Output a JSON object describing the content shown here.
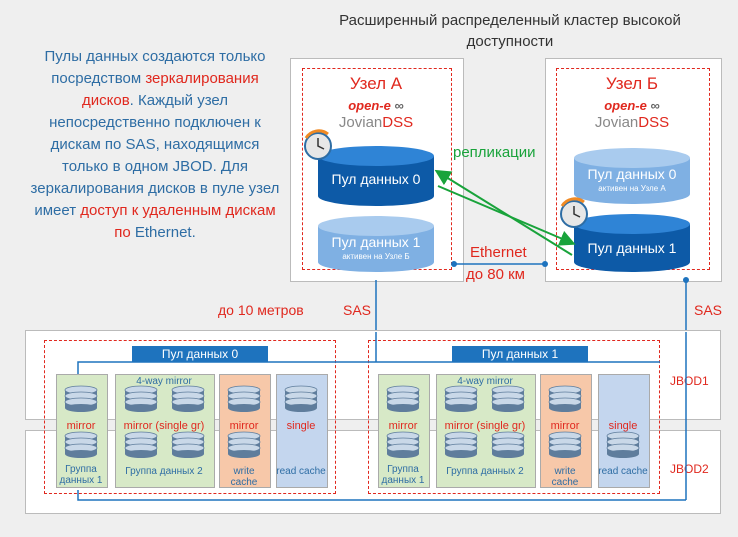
{
  "title": "Расширенный распределенный кластер высокой доступности",
  "description": {
    "line1": "Пулы данных создаются только посредством",
    "highlight1": "зеркалирования дисков",
    "line2": ". Каждый узел непосредственно подключен к дискам по SAS, находящимся только в одном JBOD. Для зеркалирования дисков в пуле узел имеет",
    "highlight2": "доступ к удаленным дискам по",
    "line3": "Ethernet",
    "line4": "."
  },
  "logo": {
    "open_e_prefix": "open-",
    "open_e_suffix": "e",
    "jovian": "Jovian",
    "dss": "DSS"
  },
  "node_a": {
    "title": "Узел А",
    "pool0": {
      "label": "Пул данных 0"
    },
    "pool1": {
      "label": "Пул данных 1",
      "sublabel": "активен на Узле Б"
    }
  },
  "node_b": {
    "title": "Узел Б",
    "pool0": {
      "label": "Пул данных 0",
      "sublabel": "активен на Узле А"
    },
    "pool1": {
      "label": "Пул данных 1"
    }
  },
  "links": {
    "replication": "репликации",
    "ethernet": "Ethernet",
    "distance_eth": "до 80 км",
    "distance_sas": "до 10 метров",
    "sas_left": "SAS",
    "sas_right": "SAS"
  },
  "jbod": {
    "jbod1": "JBOD1",
    "jbod2": "JBOD2"
  },
  "pools": [
    {
      "header": "Пул данных 0",
      "groups": {
        "mirror": "mirror",
        "group1": "Группа данных 1",
        "fourway": "4-way mirror",
        "mirror_single": "mirror (single gr)",
        "group2": "Группа данных 2",
        "wc_mirror": "mirror",
        "write_cache": "write cache",
        "single": "single",
        "read_cache": "read cache"
      }
    },
    {
      "header": "Пул данных 1",
      "groups": {
        "mirror": "mirror",
        "group1": "Группа данных 1",
        "fourway": "4-way mirror",
        "mirror_single": "mirror (single gr)",
        "group2": "Группа данных 2",
        "wc_mirror": "mirror",
        "write_cache": "write cache",
        "single": "single",
        "read_cache": "read cache"
      }
    }
  ],
  "colors": {
    "accent_red": "#e0281e",
    "blue": "#1e73be",
    "text_blue": "#2e6da4",
    "green": "#19a33b"
  }
}
